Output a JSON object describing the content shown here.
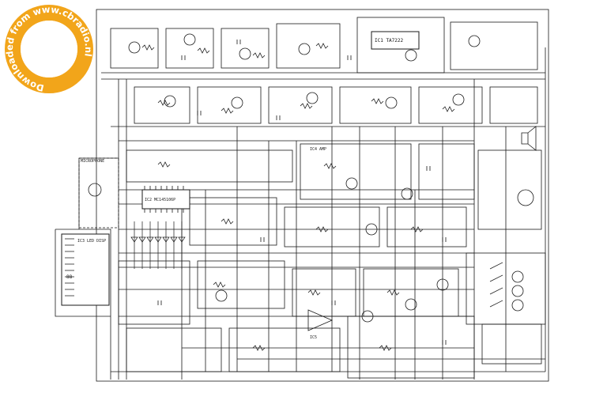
{
  "watermark": {
    "text": "Downloaded from www.cbradio.nl",
    "ring_color": "#f2a51a",
    "text_color": "#f2a51a"
  },
  "labels": {
    "microphone": "MICROPHONE",
    "ic_main": "IC1 TA7222",
    "ic_pll": "IC2 MC145106P",
    "ic_display": "IC3 LED DISP",
    "display_digits": "88",
    "ic_audio": "IC4 AMP",
    "ic_mod": "IC5"
  },
  "colors": {
    "line": "#1a1a1a",
    "background": "#ffffff"
  }
}
